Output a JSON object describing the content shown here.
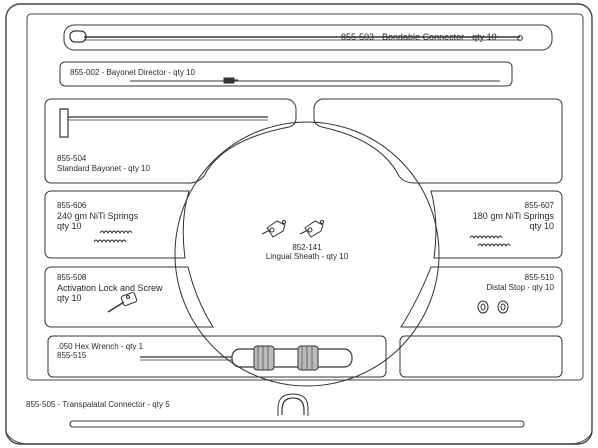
{
  "compartments": {
    "bondable_connector": "855-503  -  Bondable Connector - qty 10",
    "bayonet_director": "855-002  -  Bayonet Director - qty 10",
    "standard_bayonet": {
      "part": "855-504",
      "desc": "Standard Bayonet - qty 10"
    },
    "niti_240": {
      "part": "855-606",
      "desc": "240 gm NiTi Springs",
      "qty": "qty 10"
    },
    "niti_180": {
      "part": "855-607",
      "desc": "180 gm NiTi Springs",
      "qty": "qty 10"
    },
    "lingual_sheath": {
      "part": "852-141",
      "desc": "Lingual Sheath - qty 10"
    },
    "activation_lock": {
      "part": "855-508",
      "desc": "Activation Lock and Screw",
      "qty": "qty 10"
    },
    "distal_stop": {
      "part": "855-510",
      "desc": "Distal Stop - qty 10"
    },
    "hex_wrench": {
      "desc": ".050 Hex Wrench - qty 1",
      "part": "855-515"
    },
    "transpalatal": "855-505 - Transpalatal Connector - qty 5"
  }
}
